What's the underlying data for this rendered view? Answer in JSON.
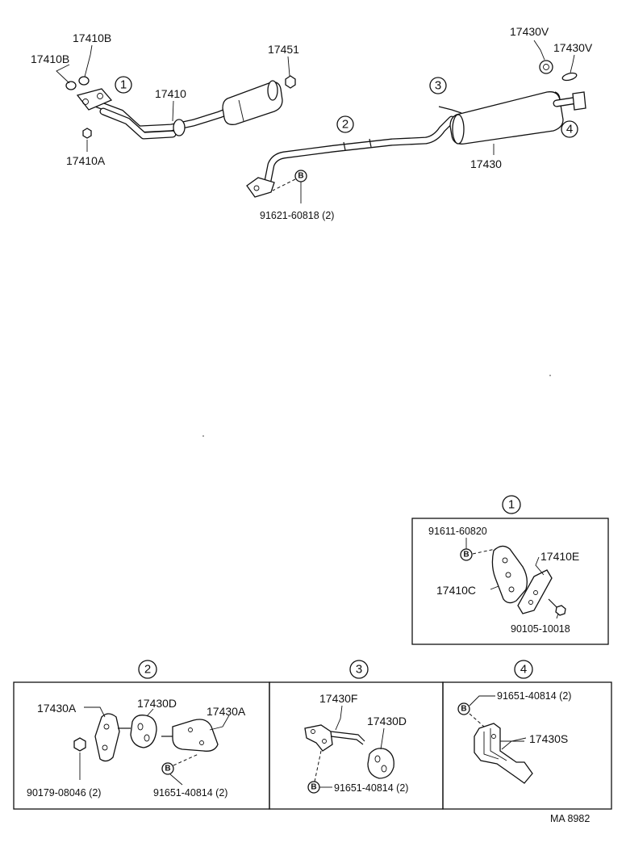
{
  "callouts": {
    "c1": "1",
    "c2": "2",
    "c3": "3",
    "c4": "4"
  },
  "bolt_mark": "B",
  "labels": {
    "p_17410B_a": "17410B",
    "p_17410B_b": "17410B",
    "p_17410": "17410",
    "p_17410A": "17410A",
    "p_17451": "17451",
    "p_17430V_a": "17430V",
    "p_17430V_b": "17430V",
    "p_17430": "17430",
    "p_91621": "91621-60818 (2)"
  },
  "detail1": {
    "bolt": "91611-60820",
    "bracket_e": "17410E",
    "bracket_c": "17410C",
    "bolt2": "90105-10018"
  },
  "detail2": {
    "hanger_a_left": "17430A",
    "cushion": "17430D",
    "hanger_a_right": "17430A",
    "nut": "90179-08046 (2)",
    "bolt": "91651-40814 (2)"
  },
  "detail3": {
    "bracket_f": "17430F",
    "cushion": "17430D",
    "bolt": "91651-40814 (2)"
  },
  "detail4": {
    "bolt": "91651-40814 (2)",
    "bracket_s": "17430S"
  },
  "footer": {
    "code": "MA 8982"
  }
}
